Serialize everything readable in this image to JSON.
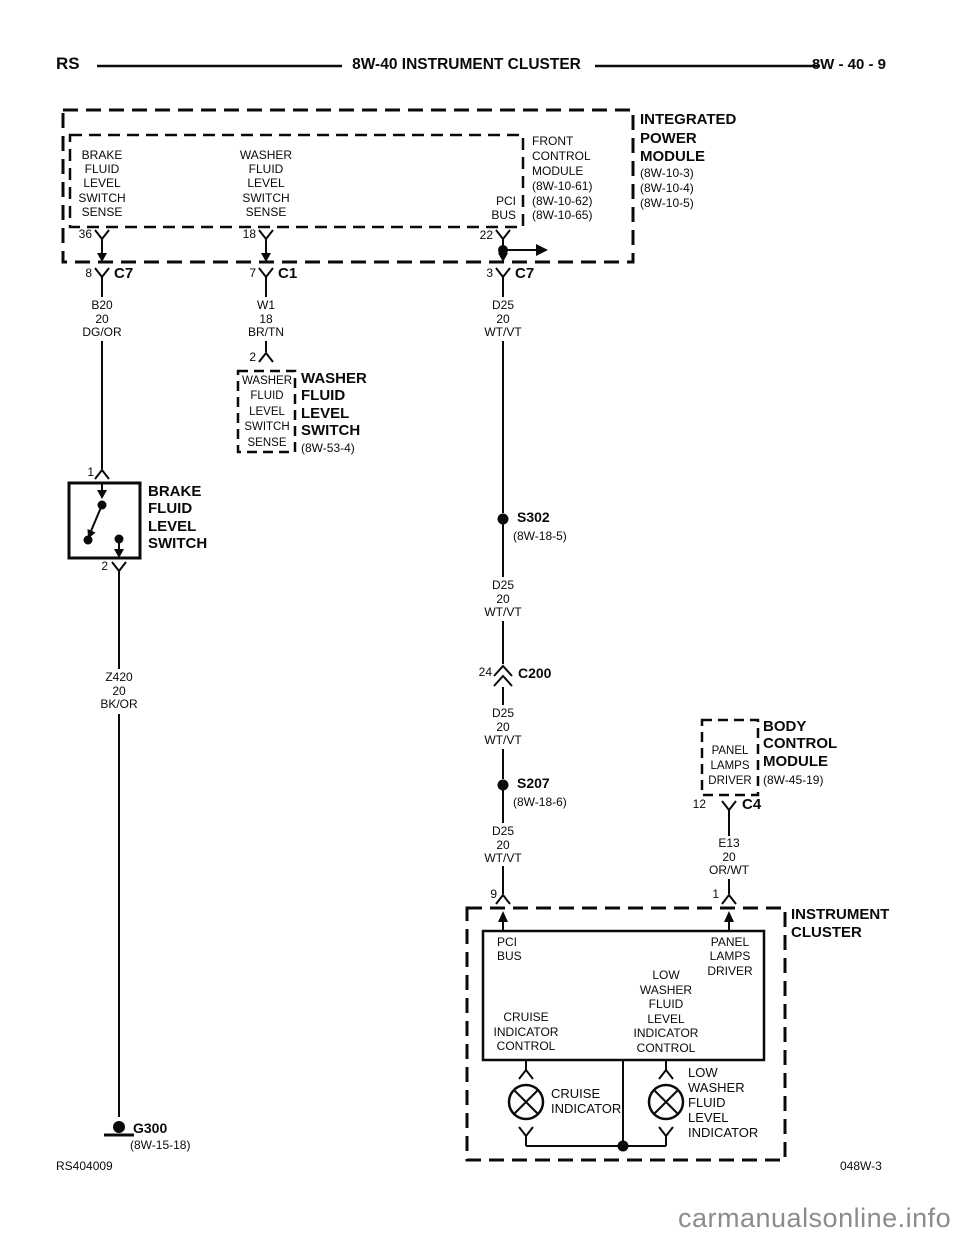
{
  "header": {
    "code": "RS",
    "title": "8W-40 INSTRUMENT CLUSTER",
    "page": "8W - 40 - 9"
  },
  "ipm": {
    "title": "INTEGRATED\nPOWER\nMODULE",
    "refs": "(8W-10-3)\n(8W-10-4)\n(8W-10-5)",
    "brake_sense": "BRAKE\nFLUID\nLEVEL\nSWITCH\nSENSE",
    "washer_sense": "WASHER\nFLUID\nLEVEL\nSWITCH\nSENSE",
    "pci_bus": "PCI\nBUS",
    "pin_brake": "36",
    "pin_washer": "18",
    "pin_pci": "22"
  },
  "fcm": {
    "title": "FRONT\nCONTROL\nMODULE",
    "refs": "(8W-10-61)\n(8W-10-62)\n(8W-10-65)"
  },
  "connectors": {
    "c7": "C7",
    "c1": "C1",
    "c200": "C200",
    "c4": "C4",
    "pin8": "8",
    "pin7": "7",
    "pin3": "3",
    "pin24": "24",
    "pin12": "12"
  },
  "wires": {
    "b20": "B20\n20\nDG/OR",
    "w1": "W1\n18\nBR/TN",
    "d25": "D25\n20\nWT/VT",
    "z420": "Z420\n20\nBK/OR",
    "e13": "E13\n20\nOR/WT"
  },
  "washer_switch": {
    "pin": "2",
    "inner": "WASHER\nFLUID\nLEVEL\nSWITCH\nSENSE",
    "title": "WASHER\nFLUID\nLEVEL\nSWITCH",
    "ref": "(8W-53-4)"
  },
  "brake_switch": {
    "pin_in": "1",
    "pin_out": "2",
    "title": "BRAKE\nFLUID\nLEVEL\nSWITCH"
  },
  "splices": {
    "s302": "S302",
    "s302_ref": "(8W-18-5)",
    "s207": "S207",
    "s207_ref": "(8W-18-6)"
  },
  "bcm": {
    "inner": "PANEL\nLAMPS\nDRIVER",
    "title": "BODY\nCONTROL\nMODULE",
    "ref": "(8W-45-19)"
  },
  "cluster": {
    "title": "INSTRUMENT\nCLUSTER",
    "pin_pci": "9",
    "pin_panel": "1",
    "pci_bus": "PCI\nBUS",
    "panel": "PANEL\nLAMPS\nDRIVER",
    "cruise_control": "CRUISE\nINDICATOR\nCONTROL",
    "washer_control": "LOW\nWASHER\nFLUID\nLEVEL\nINDICATOR\nCONTROL",
    "cruise_lamp": "CRUISE\nINDICATOR",
    "washer_lamp": "LOW\nWASHER\nFLUID\nLEVEL\nINDICATOR"
  },
  "ground": {
    "name": "G300",
    "ref": "(8W-15-18)"
  },
  "footer": {
    "left": "RS404009",
    "right": "048W-3",
    "watermark": "carmanualsonline.info"
  }
}
